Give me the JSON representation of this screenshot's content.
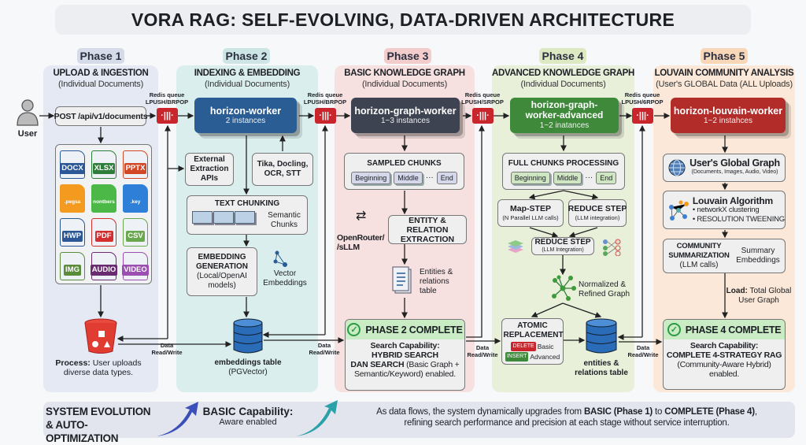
{
  "title": "VORA RAG: SELF-EVOLVING, DATA-DRIVEN ARCHITECTURE",
  "user": {
    "label": "User"
  },
  "queue": {
    "label_lines": [
      "Redis queue",
      "LPUSH/BRPOP"
    ],
    "label_lines_alt": [
      "Redis queue",
      "LPUSH/SRPOP"
    ],
    "label_lines_alt2": [
      "Redis queue",
      "LPUSH/6RPOP"
    ],
    "glyph": "·|||·"
  },
  "data_rw": [
    "Data",
    "Read/Write"
  ],
  "phase1": {
    "pill": "Phase 1",
    "title": "UPLOAD & INGESTION",
    "subtitle": "(Individual Documents)",
    "endpoint": "POST /api/v1/documents",
    "files": [
      {
        "label": "DOCX",
        "color": "#2b5797"
      },
      {
        "label": "XLSX",
        "color": "#2f7d3a"
      },
      {
        "label": "PPTX",
        "color": "#d24726"
      },
      {
        "label": ".pegsa",
        "color": "#f39a1f"
      },
      {
        "label": "nontbers",
        "color": "#4cb847"
      },
      {
        "label": ".key",
        "color": "#2d7fd8"
      },
      {
        "label": "HWP",
        "color": "#2b5797"
      },
      {
        "label": "PDF",
        "color": "#d32f2f"
      },
      {
        "label": "CSV",
        "color": "#6aa84f"
      },
      {
        "label": "IMG",
        "color": "#5b8c3a"
      },
      {
        "label": "AUDIO",
        "color": "#6a2c70"
      },
      {
        "label": "VIDEO",
        "color": "#9b4fb0"
      }
    ],
    "process_bold": "Process:",
    "process_text": "User uploads diverse data types."
  },
  "phase2": {
    "pill": "Phase 2",
    "title": "INDEXING & EMBEDDING",
    "subtitle": "(Individual Documents)",
    "worker": "horizon-worker",
    "instances": "2 instances",
    "external": "External Extraction APIs",
    "tika": "Tika, Docling, OCR, STT",
    "chunking": "TEXT CHUNKING",
    "semantic": "Semantic Chunks",
    "embedding_title": "EMBEDDING GENERATION",
    "embedding_sub": "(Local/OpenAI models)",
    "vector": "Vector Embeddings",
    "db_label": "embeddings table",
    "db_sub": "(PGVector)"
  },
  "phase3": {
    "pill": "Phase 3",
    "title": "BASIC KNOWLEDGE GRAPH",
    "subtitle": "(Individual Documents)",
    "worker": "horizon-graph-worker",
    "instances": "1~3 instances",
    "sampled": "SAMPLED CHUNKS",
    "chips": [
      "Beginning",
      "Middle",
      "End"
    ],
    "dots": "···",
    "router": "OpenRouter/ /sLLM",
    "extraction": "ENTITY & RELATION EXTRACTION",
    "table": "Entities & relations table",
    "complete": "PHASE 2 COMPLETE",
    "cap_label": "Search Capability:",
    "cap_1": "HYBRID SEARCH",
    "cap_2_bold": "DAN SEARCH",
    "cap_2": "(Basic Graph + Semantic/Keyword) enabled."
  },
  "phase4": {
    "pill": "Phase 4",
    "title": "ADVANCED KNOWLEDGE GRAPH",
    "subtitle": "(Individual Documents)",
    "worker": "horizon-graph-worker-advanced",
    "instances": "1~2 inatances",
    "full": "FULL CHUNKS PROCESSING",
    "chips": [
      "Beginning",
      "Middle",
      "End"
    ],
    "dots": "···",
    "map": "Map-STEP",
    "map_sub": "(N Parallel LLM calls)",
    "reduce": "REDUCE STEP",
    "reduce_sub": "(LLM integration)",
    "reduce2": "REDUCE STEP",
    "reduce2_sub": "(LLM Integration)",
    "normalized": "Normalized & Refined Graph",
    "atomic": "ATOMIC REPLACEMENT",
    "delete_tag": "DELETE",
    "delete_text": "Basic",
    "insert_tag": "INSERT",
    "insert_text": "Advanced",
    "db_label": "entities & relations table"
  },
  "phase5": {
    "pill": "Phase 5",
    "title": "LOUVAIN COMMUNITY ANALYSIS",
    "subtitle": "(User's GLOBAL Data (ALL Uploads)",
    "worker": "horizon-louvain-worker",
    "instances": "1~2 instahces",
    "global": "User's Global Graph",
    "global_sub": "(Documents, Images, Audio, Video)",
    "louvain": "Louvain Algorithm",
    "louvain_b1": "• networkX clustering",
    "louvain_b2": "• RESOLUTION TWEENING",
    "summ": "COMMUNITY SUMMARIZATION",
    "summ_sub": "(LLM calls)",
    "summ_emb": "Summary Embeddings",
    "load_bold": "Load:",
    "load_text": "Total Global User Graph",
    "complete": "PHASE 4 COMPLETE",
    "cap_label": "Search Capability:",
    "cap_1": "COMPLETE 4-STRATEGY RAG",
    "cap_2": "(Community-Aware Hybrid) enabled."
  },
  "bottom": {
    "evolution": "SYSTEM EVOLUTION & AUTO-OPTIMIZATION",
    "basic_title": "BASIC Capability:",
    "basic_sub": "Aware enabled",
    "p1": "As data flows, the system dynamically upgrades from ",
    "p1_b1": "BASIC (Phase 1)",
    "p1_mid": " to ",
    "p1_b2": "COMPLETE (Phase 4)",
    "p1_end": ",",
    "p2": "refining search performance and precision at each stage without service interruption."
  }
}
